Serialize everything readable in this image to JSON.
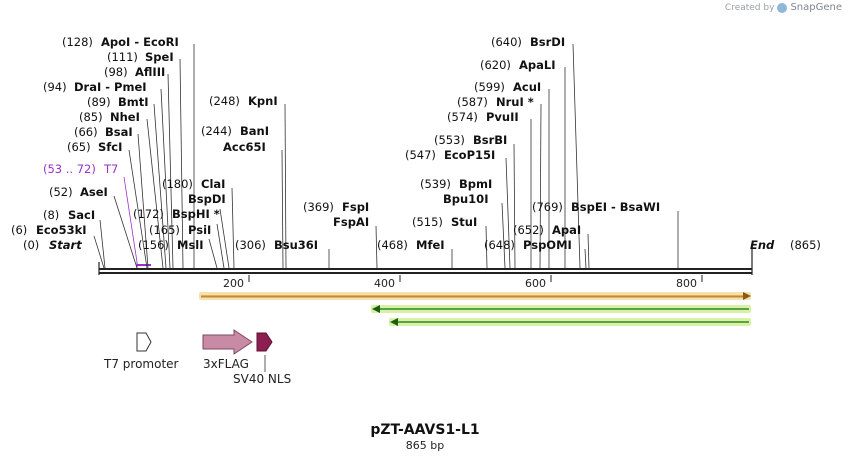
{
  "credit": {
    "prefix": "Created by",
    "brand": "SnapGene"
  },
  "title": "pZT-AAVS1-L1",
  "subtitle": "865 bp",
  "seq_length": 865,
  "colors": {
    "backbone": "#222222",
    "t7_primer": "#9b30c8",
    "flag": "#c98aa6",
    "nls": "#8b1f52",
    "orange_orf": "#e69a1c",
    "green_orf": "#2f8a1f",
    "orf_glow_orange": "#f6dfb0",
    "orf_glow_green": "#d9f0a8"
  },
  "scale": {
    "ticks": [
      200,
      400,
      600,
      800
    ]
  },
  "sites": [
    {
      "pos": "(0)",
      "name": "Start",
      "style": "italic",
      "bp": 0
    },
    {
      "pos": "(6)",
      "name": "Eco53kI",
      "style": "bold",
      "bp": 6
    },
    {
      "pos": "(8)",
      "name": "SacI",
      "style": "bold",
      "bp": 8
    },
    {
      "pos": "(52)",
      "name": "AseI",
      "style": "bold",
      "bp": 52
    },
    {
      "pos": "(53 .. 72)",
      "name": "T7",
      "style": "primer",
      "bp": 53
    },
    {
      "pos": "(65)",
      "name": "SfcI",
      "style": "bold",
      "bp": 65
    },
    {
      "pos": "(66)",
      "name": "BsaI",
      "style": "bold",
      "bp": 66
    },
    {
      "pos": "(85)",
      "name": "NheI",
      "style": "bold",
      "bp": 85
    },
    {
      "pos": "(89)",
      "name": "BmtI",
      "style": "bold",
      "bp": 89
    },
    {
      "pos": "(94)",
      "name": "DraI  -  PmeI",
      "style": "bold",
      "bp": 94
    },
    {
      "pos": "(98)",
      "name": "AflIII",
      "style": "bold",
      "bp": 98
    },
    {
      "pos": "(111)",
      "name": "SpeI",
      "style": "bold",
      "bp": 111
    },
    {
      "pos": "(128)",
      "name": "ApoI  -  EcoRI",
      "style": "bold",
      "bp": 128
    },
    {
      "pos": "(156)",
      "name": "MslI",
      "style": "bold",
      "bp": 156
    },
    {
      "pos": "(165)",
      "name": "PsiI",
      "style": "bold",
      "bp": 165
    },
    {
      "pos": "(172)",
      "name": "BspHI *",
      "style": "bold",
      "bp": 172
    },
    {
      "pos": "",
      "name": "BspDI",
      "style": "bold",
      "bp": 180
    },
    {
      "pos": "(180)",
      "name": "ClaI",
      "style": "bold",
      "bp": 180
    },
    {
      "pos": "(244)",
      "name": "BanI",
      "style": "bold",
      "bp": 244
    },
    {
      "pos": "",
      "name": "Acc65I",
      "style": "bold",
      "bp": 244
    },
    {
      "pos": "(248)",
      "name": "KpnI",
      "style": "bold",
      "bp": 248
    },
    {
      "pos": "(306)",
      "name": "Bsu36I",
      "style": "bold",
      "bp": 306
    },
    {
      "pos": "(369)",
      "name": "FspI",
      "style": "bold",
      "bp": 369
    },
    {
      "pos": "",
      "name": "FspAI",
      "style": "bold",
      "bp": 369
    },
    {
      "pos": "(468)",
      "name": "MfeI",
      "style": "bold",
      "bp": 468
    },
    {
      "pos": "(515)",
      "name": "StuI",
      "style": "bold",
      "bp": 515
    },
    {
      "pos": "(539)",
      "name": "BpmI",
      "style": "bold",
      "bp": 539
    },
    {
      "pos": "",
      "name": "Bpu10I",
      "style": "bold",
      "bp": 539
    },
    {
      "pos": "(547)",
      "name": "EcoP15I",
      "style": "bold",
      "bp": 547
    },
    {
      "pos": "(553)",
      "name": "BsrBI",
      "style": "bold",
      "bp": 553
    },
    {
      "pos": "(574)",
      "name": "PvuII",
      "style": "bold",
      "bp": 574
    },
    {
      "pos": "(587)",
      "name": "NruI *",
      "style": "bold",
      "bp": 587
    },
    {
      "pos": "(599)",
      "name": "AcuI",
      "style": "bold",
      "bp": 599
    },
    {
      "pos": "(620)",
      "name": "ApaLI",
      "style": "bold",
      "bp": 620
    },
    {
      "pos": "(640)",
      "name": "BsrDI",
      "style": "bold",
      "bp": 640
    },
    {
      "pos": "(648)",
      "name": "PspOMI",
      "style": "bold",
      "bp": 648
    },
    {
      "pos": "(652)",
      "name": "ApaI",
      "style": "bold",
      "bp": 652
    },
    {
      "pos": "(769)",
      "name": "BspEI  -  BsaWI",
      "style": "bold",
      "bp": 769
    },
    {
      "pos": "(865)",
      "name": "End",
      "style": "italic",
      "bp": 865
    }
  ],
  "features": [
    {
      "name": "T7 promoter",
      "type": "promoter"
    },
    {
      "name": "3xFLAG",
      "type": "cds"
    },
    {
      "name": "SV40 NLS",
      "type": "cds"
    }
  ],
  "orfs": [
    {
      "direction": "forward",
      "color": "orange"
    },
    {
      "direction": "reverse",
      "color": "green"
    },
    {
      "direction": "reverse",
      "color": "green"
    }
  ]
}
